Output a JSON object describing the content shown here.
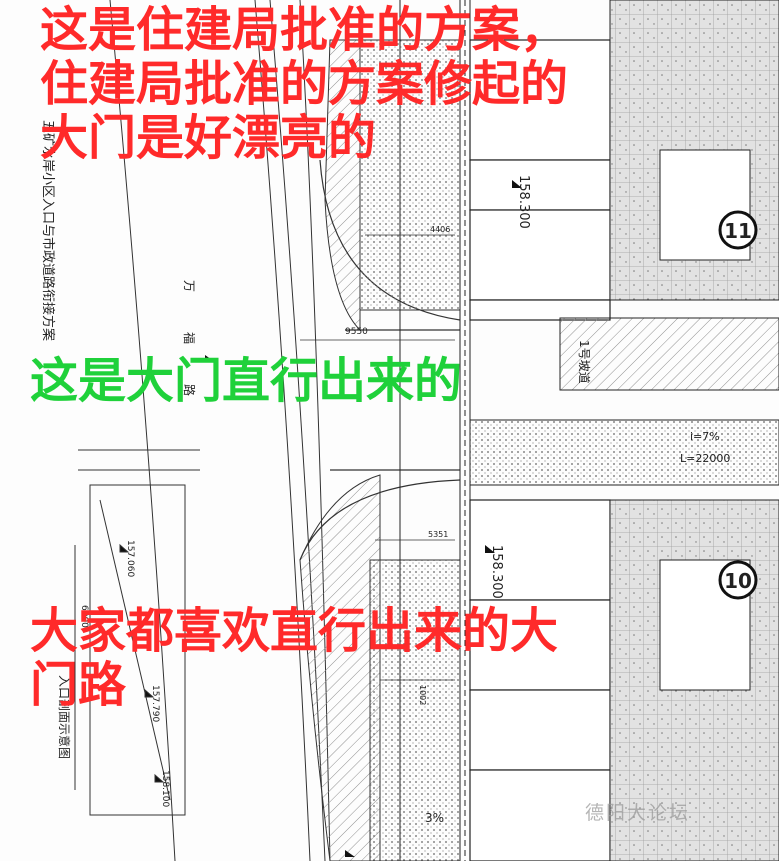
{
  "overlay_captions": {
    "red_top": "这是住建局批准的方案，\n住建局批准的方案修起的\n大门是好漂亮的",
    "green_middle": "这是大门直行出来的",
    "red_bottom": "大家都喜欢直行出来的大\n门路"
  },
  "colors": {
    "red_text": "#ff2a2a",
    "green_text": "#1fd13a",
    "line": "#222222",
    "hatch": "#9a9a9a"
  },
  "drawing": {
    "vertical_title": "五矿水岸小区入口与市政道路衔接方案",
    "road_label": "万福路",
    "building_11": "11",
    "building_10": "10",
    "elev_top": "158.300",
    "elev_bottom": "158.300",
    "elev_side_1": "157.060",
    "elev_side_2": "157.790",
    "elev_side_3": "158.100",
    "ramp_label": "1号坡道",
    "ramp_slope": "i=7%",
    "ramp_length": "L=22000",
    "dim_9550": "9550",
    "dim_6000": "6000",
    "dim_4406": "4406",
    "dim_5351": "5351",
    "dim_1002": "1002",
    "slope_3": "3%",
    "side_label": "入口剖面示意图"
  },
  "watermark": "德阳大论坛"
}
